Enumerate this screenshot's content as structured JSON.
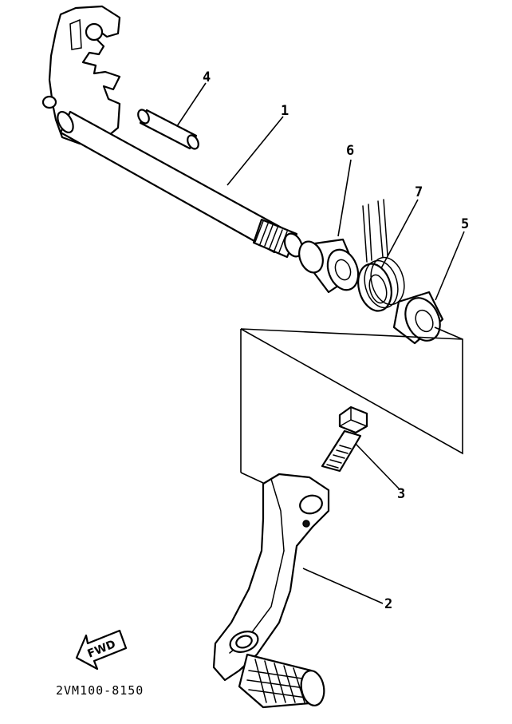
{
  "diagram": {
    "drawing_code": "2VM100-8150",
    "direction_marker": "FWD",
    "callouts": [
      "1",
      "2",
      "3",
      "4",
      "5",
      "6",
      "7"
    ]
  }
}
